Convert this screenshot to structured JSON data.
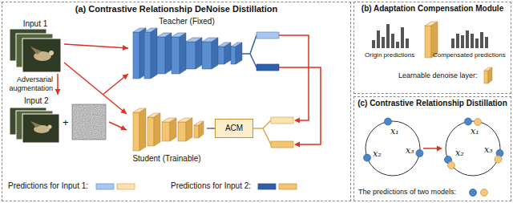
{
  "diagram": {
    "nodes": [
      {
        "text": [
          "(a) Contrastive Relationship DeNoise Distillation"
        ]
      },
      {
        "text": [
          "Input 1"
        ],
        "in": 0
      },
      {
        "text": [
          "Teacher (Fixed)"
        ],
        "in": 0
      },
      {
        "text": [
          "Input 2"
        ],
        "in": 0
      },
      {
        "text": [
          "Student (Trainable)"
        ],
        "in": 0
      },
      {
        "text": [
          "ACM"
        ],
        "in": 0
      },
      {
        "text": [
          "(b) Adaptation Compensation Module"
        ]
      },
      {
        "text": [
          "(c) Contrastive Relationship Distillation"
        ]
      }
    ],
    "edges": [
      {
        "from": 1,
        "to": 3,
        "arrow": "to",
        "label": "Adversarial augmentation"
      },
      {
        "from": 1,
        "to": 2,
        "arrow": "to"
      },
      {
        "from": 1,
        "to": 4,
        "arrow": "to"
      },
      {
        "from": 3,
        "to": 2,
        "arrow": "to"
      },
      {
        "from": 3,
        "to": 4,
        "arrow": "to"
      },
      {
        "from": 4,
        "to": 5,
        "arrow": "none"
      }
    ],
    "labels": [
      "+",
      "Origin predictions",
      "Compensated predictions",
      "x₁",
      "x₂",
      "x₃",
      "x₁",
      "x₂",
      "x₃"
    ],
    "legend": [
      {
        "text": "Predictions for Input 1:"
      },
      {
        "text": "Predictions for Input 2:"
      },
      {
        "text": "Learnable denoise layer:"
      },
      {
        "text": "The predictions of two models:"
      }
    ]
  }
}
